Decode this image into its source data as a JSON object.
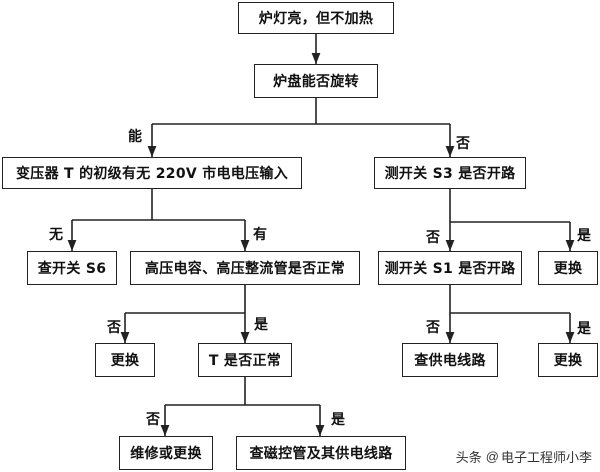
{
  "nodes": {
    "n1": "炉灯亮，但不加热",
    "n2": "炉盘能否旋转",
    "n3": "变压器 T 的初级有无 220V 市电电压输入",
    "n4": "测开关 S3 是否开路",
    "n5": "查开关 S6",
    "n6": "高压电容、高压整流管是否正常",
    "n7": "测开关 S1 是否开路",
    "n8": "更换",
    "n9": "更换",
    "n10": "T 是否正常",
    "n11": "查供电线路",
    "n12": "更换",
    "n13": "维修或更换",
    "n14": "查磁控管及其供电线路"
  },
  "edge_labels": {
    "e_n2_n3": "能",
    "e_n2_n4": "否",
    "e_n3_n5": "无",
    "e_n3_n6": "有",
    "e_n4_n7": "否",
    "e_n4_n8": "是",
    "e_n6_n9": "否",
    "e_n6_n10": "是",
    "e_n7_n11": "否",
    "e_n7_n12": "是",
    "e_n10_n13": "否",
    "e_n10_n14": "是"
  },
  "watermark": {
    "source": "头条",
    "at": "@",
    "author": "电子工程师小李"
  }
}
